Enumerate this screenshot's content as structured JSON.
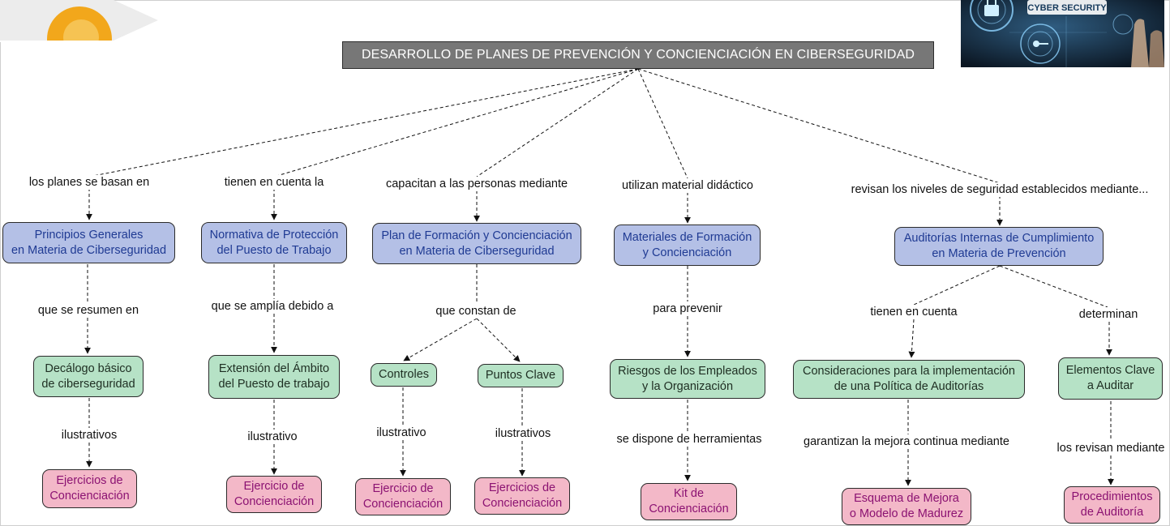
{
  "title": "DESARROLLO DE PLANES DE PREVENCIÓN Y CONCIENCIACIÓN EN CIBERSEGURIDAD",
  "photo": {
    "badge_text": "CYBER SECURITY"
  },
  "columns": [
    {
      "edge_label": "los planes se basan en",
      "concept": "Principios Generales\nen Materia de Ciberseguridad",
      "sub_label": "que se resumen en",
      "sub": "Decálogo básico\nde ciberseguridad",
      "leaf_label": "ilustrativos",
      "leaf": "Ejercicios de\nConcienciación"
    },
    {
      "edge_label": "tienen en cuenta la",
      "concept": "Normativa de Protección\ndel Puesto de Trabajo",
      "sub_label": "que se amplía debido a",
      "sub": "Extensión del Ámbito\ndel Puesto de trabajo",
      "leaf_label": "ilustrativo",
      "leaf": "Ejercicio de\nConcienciación"
    },
    {
      "edge_label": "capacitan a las personas mediante",
      "concept": "Plan de Formación y Concienciación\nen Materia de Ciberseguridad",
      "sub_label": "que constan de",
      "subs": [
        {
          "name": "Controles",
          "leaf_label": "ilustrativo",
          "leaf": "Ejercicio de\nConcienciación"
        },
        {
          "name": "Puntos Clave",
          "leaf_label": "ilustrativos",
          "leaf": "Ejercicios de\nConcienciación"
        }
      ]
    },
    {
      "edge_label": "utilizan material didáctico",
      "concept": "Materiales de Formación\ny Concienciación",
      "sub_label": "para prevenir",
      "sub": "Riesgos de los Empleados\ny la Organización",
      "leaf_label": "se dispone de herramientas",
      "leaf": "Kit de\nConcienciación"
    },
    {
      "edge_label": "revisan los niveles de seguridad establecidos mediante...",
      "concept": "Auditorías Internas de Cumplimiento\nen Materia de Prevención",
      "branches": [
        {
          "label": "tienen en cuenta",
          "sub": "Consideraciones para la implementación\nde una Política de Auditorías",
          "leaf_label": "garantizan la mejora continua mediante",
          "leaf": "Esquema de Mejora\no Modelo de Madurez"
        },
        {
          "label": "determinan",
          "sub": "Elementos Clave\na Auditar",
          "leaf_label": "los revisan mediante",
          "leaf": "Procedimientos\nde Auditoría"
        }
      ]
    }
  ],
  "colors": {
    "level1_fill": "#b4c0e6",
    "level1_text": "#1f3a93",
    "level2_fill": "#b6e2c6",
    "level3_fill": "#f3b8c8",
    "level3_text": "#8b1272",
    "title_fill": "#777777"
  }
}
